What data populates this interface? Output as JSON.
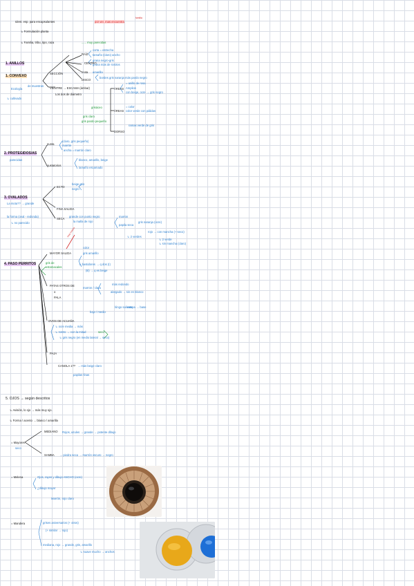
{
  "note": {
    "top": {
      "line1_black": "Ident. esp. para encapsulantes",
      "line1_red": "por ver, mas encuentra",
      "line1_red_tag": "familia",
      "line2": "↳ Formulación planta",
      "line3": "↳ Familia, tribu, tipo, raza",
      "line3_green": "...... muy parecidas"
    },
    "s1": {
      "title": "1. ANILLOS",
      "sub": "1. CONVEXO",
      "left_a": "Ecología",
      "left_b": "de muestras",
      "left_c": "↳ cultivado",
      "b_raiz": "RAÍZ",
      "b_raiz_g1": "corta = estrecha",
      "b_raiz_g2": "tamaño (claro) ancho",
      "b_centro": "CENTRO",
      "b_centro_g1": "grana negro-gris",
      "b_centro_g2": "grana más de rostros",
      "b_seccion": "SECCIÓN",
      "b_mota": "mota",
      "b_mota_b": "amarilla",
      "b_disco": "DISCO",
      "b_disco_b": "bordes gris naranja más pardo negro",
      "b_vientre": "VIENTRE → ESCAMA (ámbar)",
      "b_vientre2": "Los dos de diámetro",
      "areas": "ÁREAS",
      "areas_b1": "= anillo de rosa",
      "areas_b2": "Amplios",
      "areas_b3": "con beige, ocre → gris negro",
      "grisaceo": "grisáceo",
      "areas2": "ÁREAS",
      "areas2_b1": "= color",
      "areas2_b2": "color verde con pálidas",
      "gris_g1": "gris claro",
      "gris_g2": "gris pardo pequeño",
      "gris_g3": "ramas verde de gris",
      "dorso": "DORSO"
    },
    "s2": {
      "title": "2. PROTEGIDOS/AS",
      "sub": "parecidas",
      "punta": "punta",
      "punta_b1": "(claro, gris pequeño)",
      "punta_b2": "marrón",
      "punta_b3": "ancha = marrón claro",
      "gustatorios": "gustatorios",
      "g_b1": "blanco, amarillo, beige",
      "g_b2": "tamaño escamado"
    },
    "s3": {
      "title": "3. OVALADOS",
      "sub_a": "La mota?? → grande",
      "sub_b": "la forma (oval - redonda)",
      "sub_c": "↳ no parecido",
      "ecto": "ECTO",
      "ecto_b1": "beige gris",
      "ecto_b2": "negro",
      "fina": "FINA SALIDA",
      "seca": "SECA",
      "seca_b1": "grande con punto negro",
      "seca_b2": "la malla de rojo",
      "seca_b3": "marron",
      "seca_b4": "papila seca",
      "gris_naranja": "gris naranja (ocre)",
      "rojo_b": "rojo → con mancha (+ seco)",
      "verde": "↳ 2 verdes",
      "negro_b": "↳ 2 verde",
      "negro_b2": "↳ sin mancha (claro)"
    },
    "s4": {
      "title": "4. PASO PERRITOS",
      "red_tag": "muy exacto",
      "mayor": "MAYOR SALIDA",
      "mayor_b1": "color",
      "mayor_b2": "gris amarillo",
      "left_g1": "gris de",
      "left_g2": "estomacales",
      "base": "↳ bastidores → q dos (I)",
      "base2": "(B) → q es beige",
      "patas": "PATAS OTROS DE",
      "patas2": "o",
      "patas3": "PALA",
      "patas_b1": "marron / clara",
      "patas_b2": "más redondo",
      "patas_b3": "alargado → sin en blanco",
      "patas_b4": "lóngo saliente",
      "patas_b5": "bajo / medio",
      "patas_b6": "rampa → base",
      "ovo": "OVOS DE ACUAÑA",
      "ovo_b1": "↳ ocre media → más",
      "ovo_b2": "↳ rostro → con la mitad",
      "ovo_b3": "↳ gris negro (en medio lateral → seco)",
      "ovo_g": "seco",
      "paja": "PAJA",
      "canola": "CANOLA 1??",
      "canola_b1": "→ más beige claro",
      "canola_b2": "papilas finas"
    },
    "s5": {
      "title": "5. OJOS → según descritos",
      "l1": "↳ Avisión, lo ojo → más muy ojo.",
      "l2": "↳ Forma / acento → blanco / amarilla",
      "mayor_label": "= Mayores",
      "mayor_sub": "seco",
      "mayor_b1": "MEDIANO",
      "mayor_b1b": "Rojos, azules → grande → potente dibujo",
      "mayor_b2": "SAMBA",
      "mayor_b2b": "→ piedra seca → marrón oscuro → negro",
      "melena": "= Melena",
      "melena_b1": "Ojos, rayos y dibujo ANCHO (ocre)",
      "melena_b2": "¿dibujo mayor",
      "melena_b3": "Marrón, rojo claro",
      "mandera": "= Mandera",
      "mand_b1": "grises aniversarios (+ otros)",
      "mand_b2": "(+ similar → rojo)",
      "mand_b3": "mediana, rojo → grande, gris, amarillo",
      "mand_b4": "↳ suave mucho → anchos"
    }
  },
  "photos": {
    "eye_label": "eye-photo",
    "dish_label": "dish-photo"
  },
  "colors": {
    "ink": "#1a1a1a",
    "blue": "#2a7fd0",
    "green": "#1f9a3a",
    "red": "#d42a2a",
    "purple": "#b44bd6",
    "grid": "#d9dde6"
  }
}
